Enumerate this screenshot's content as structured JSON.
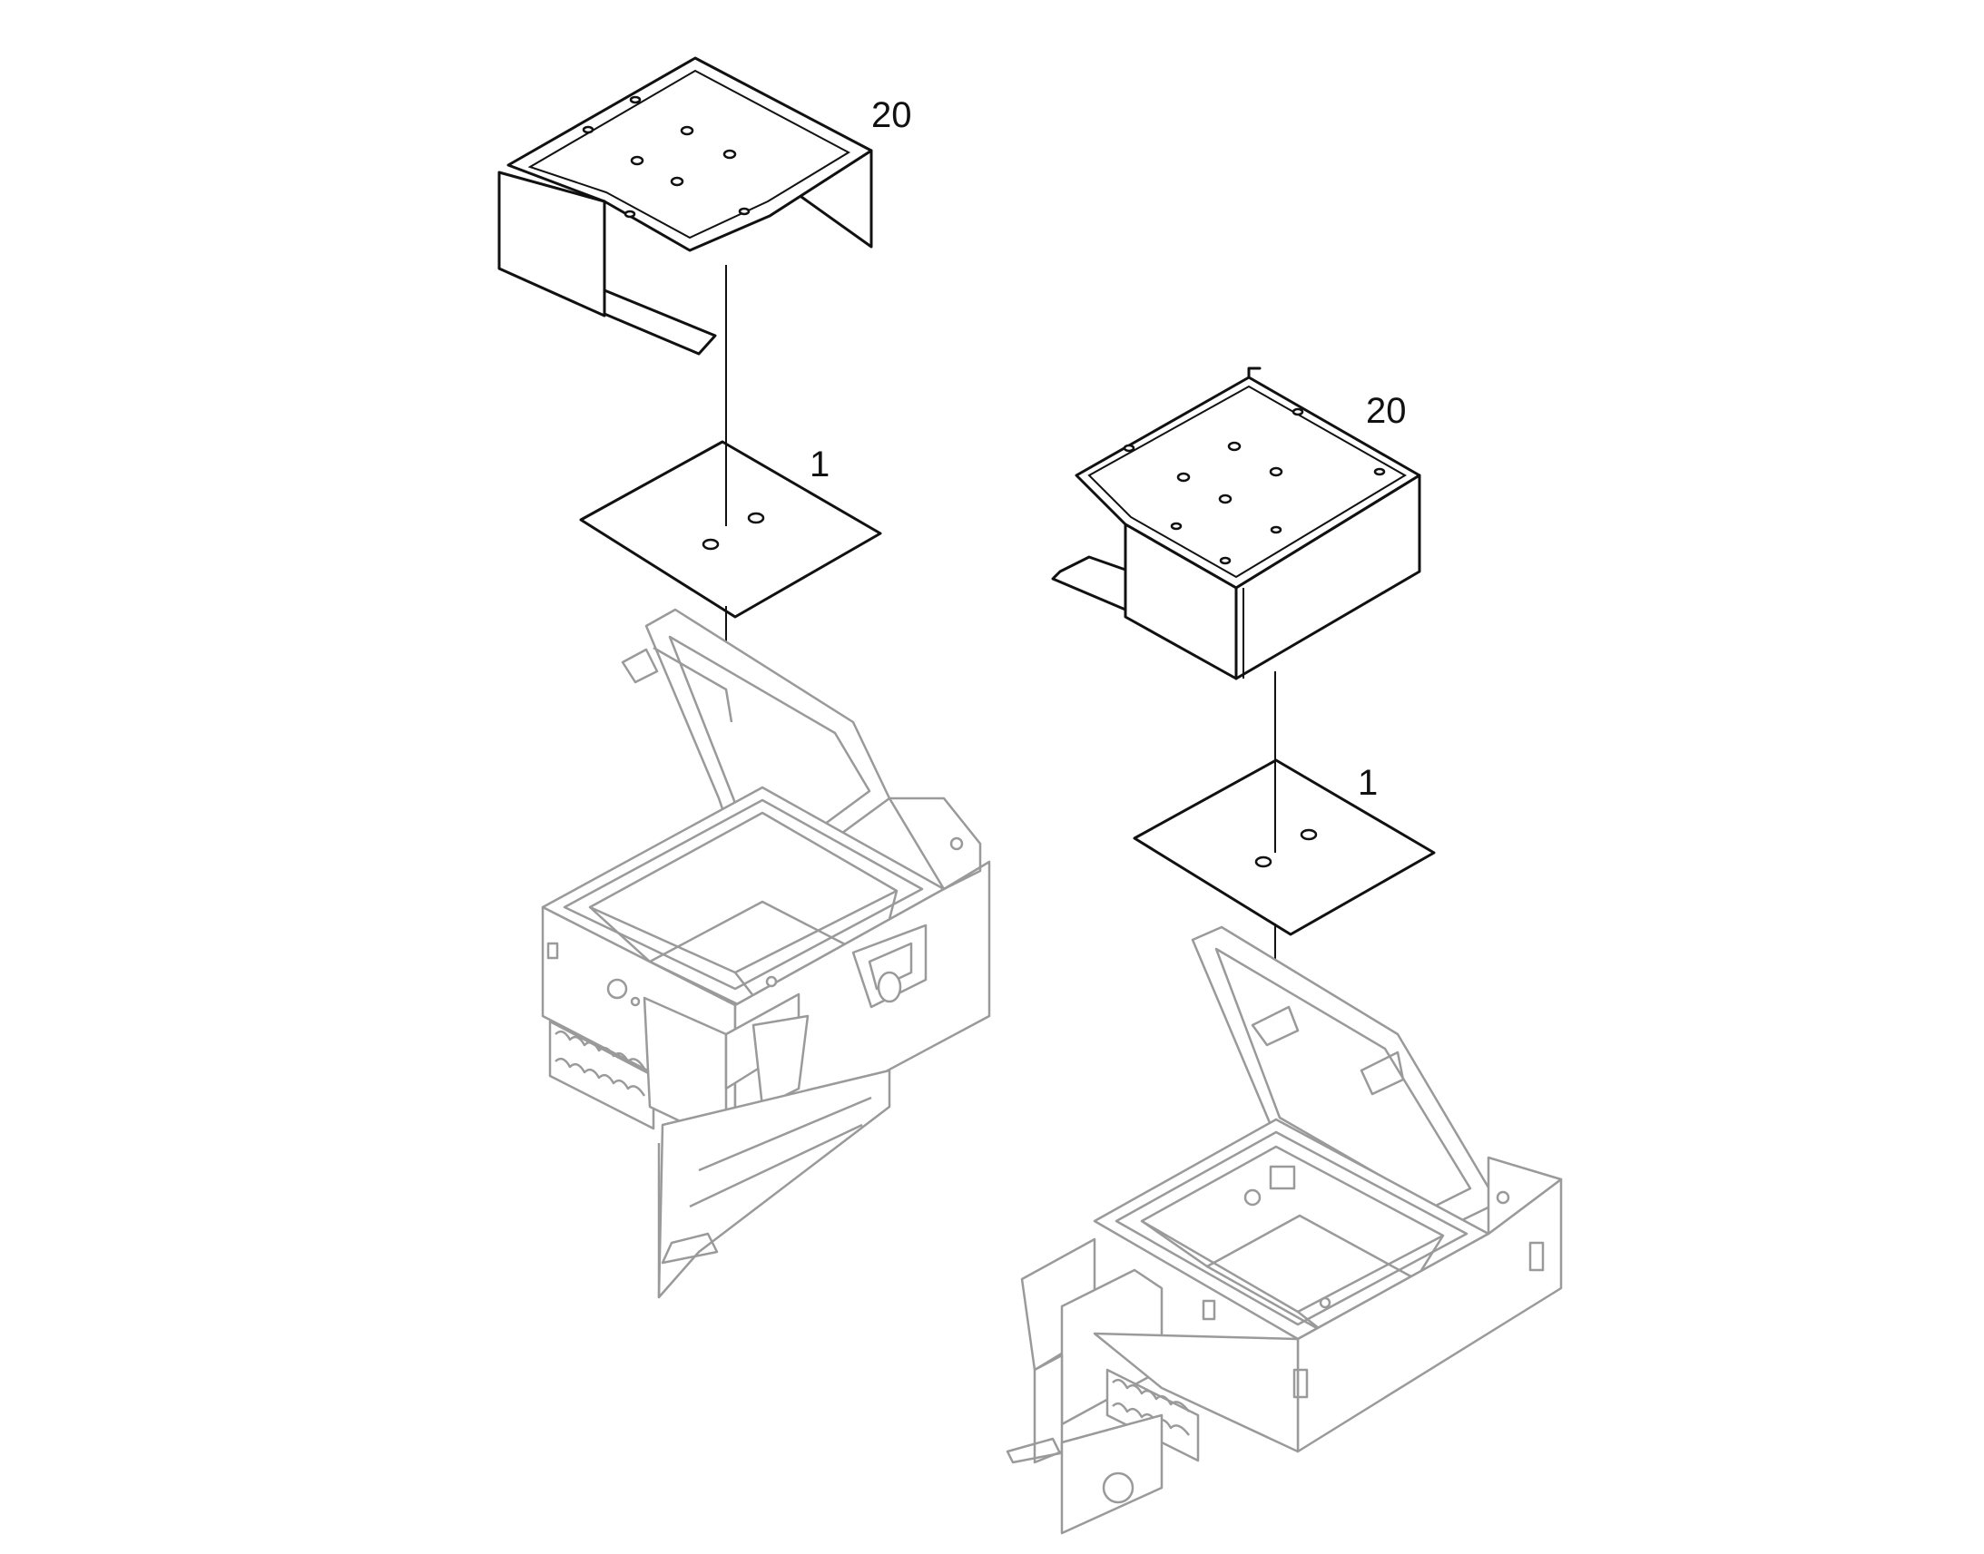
{
  "callouts": {
    "left_cover": "20",
    "left_mat": "1",
    "right_cover": "20",
    "right_mat": "1"
  },
  "colors": {
    "line": "#111111",
    "ghost": "#9a9a9a",
    "background": "#ffffff"
  }
}
